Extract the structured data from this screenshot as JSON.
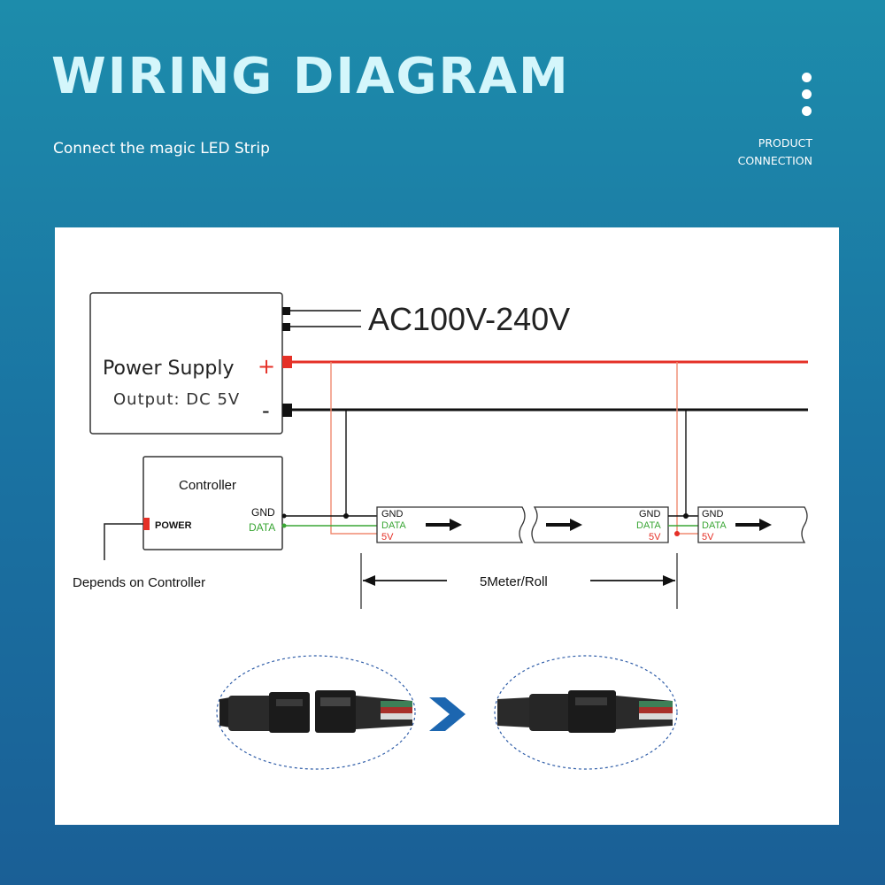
{
  "header": {
    "title": "WIRING DIAGRAM",
    "subtitle": "Connect the magic LED Strip",
    "tag_line1": "PRODUCT",
    "tag_line2": "CONNECTION"
  },
  "diagram": {
    "ac_label": "AC100V-240V",
    "psu_name": "Power Supply",
    "psu_plus": "+",
    "psu_minus": "-",
    "psu_output": "Output: DC 5V",
    "controller_title": "Controller",
    "controller_power": "POWER",
    "pin_gnd": "GND",
    "pin_data": "DATA",
    "pin_5v": "5V",
    "depends_note": "Depends on Controller",
    "length_label": "5Meter/Roll"
  },
  "colors": {
    "positive_wire": "#e53027",
    "ground_wire": "#111111",
    "data_wire": "#3aa635",
    "tap_wire": "#f08a70",
    "arrow_blue": "#1c66b0"
  }
}
